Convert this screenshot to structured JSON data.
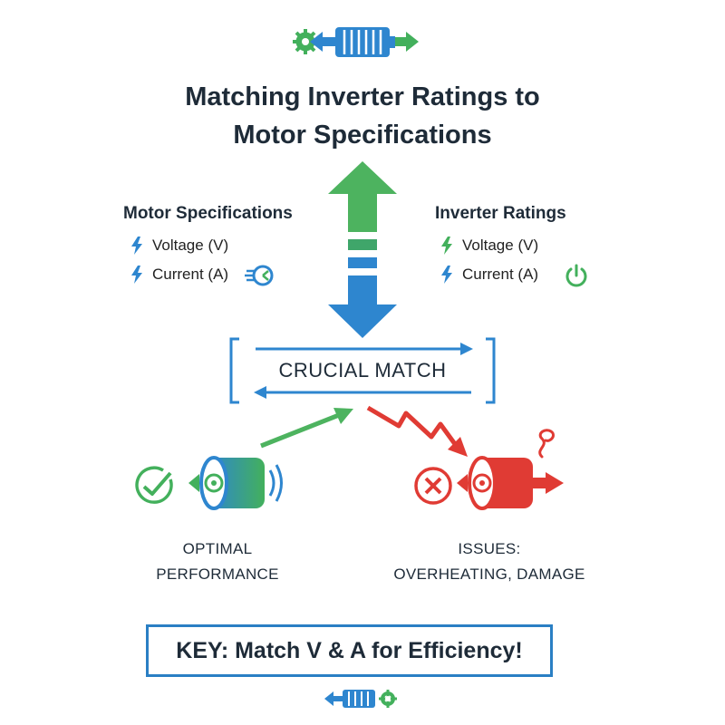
{
  "title": {
    "line1": "Matching Inverter Ratings to",
    "line2": "Motor Specifications"
  },
  "motor_specs": {
    "heading": "Motor Specifications",
    "items": [
      "Voltage (V)",
      "Current (A)"
    ]
  },
  "inverter_ratings": {
    "heading": "Inverter Ratings",
    "items": [
      "Voltage (V)",
      "Current (A)"
    ]
  },
  "match": {
    "label": "CRUCIAL MATCH"
  },
  "good_outcome": {
    "line1": "OPTIMAL",
    "line2": "PERFORMANCE"
  },
  "bad_outcome": {
    "line1": "ISSUES:",
    "line2": "OVERHEATING, DAMAGE"
  },
  "key": {
    "label": "KEY: Match V & A for Efficiency!"
  },
  "colors": {
    "blue": "#2e86cf",
    "green": "#43b05c",
    "red": "#e03b34",
    "text": "#1e2b38"
  },
  "icons": [
    "motor-icon",
    "gear-icon",
    "arrow-left-icon",
    "arrow-right-icon",
    "lightning-icon",
    "fan-icon",
    "power-icon",
    "check-icon",
    "cross-icon",
    "smoke-icon"
  ]
}
